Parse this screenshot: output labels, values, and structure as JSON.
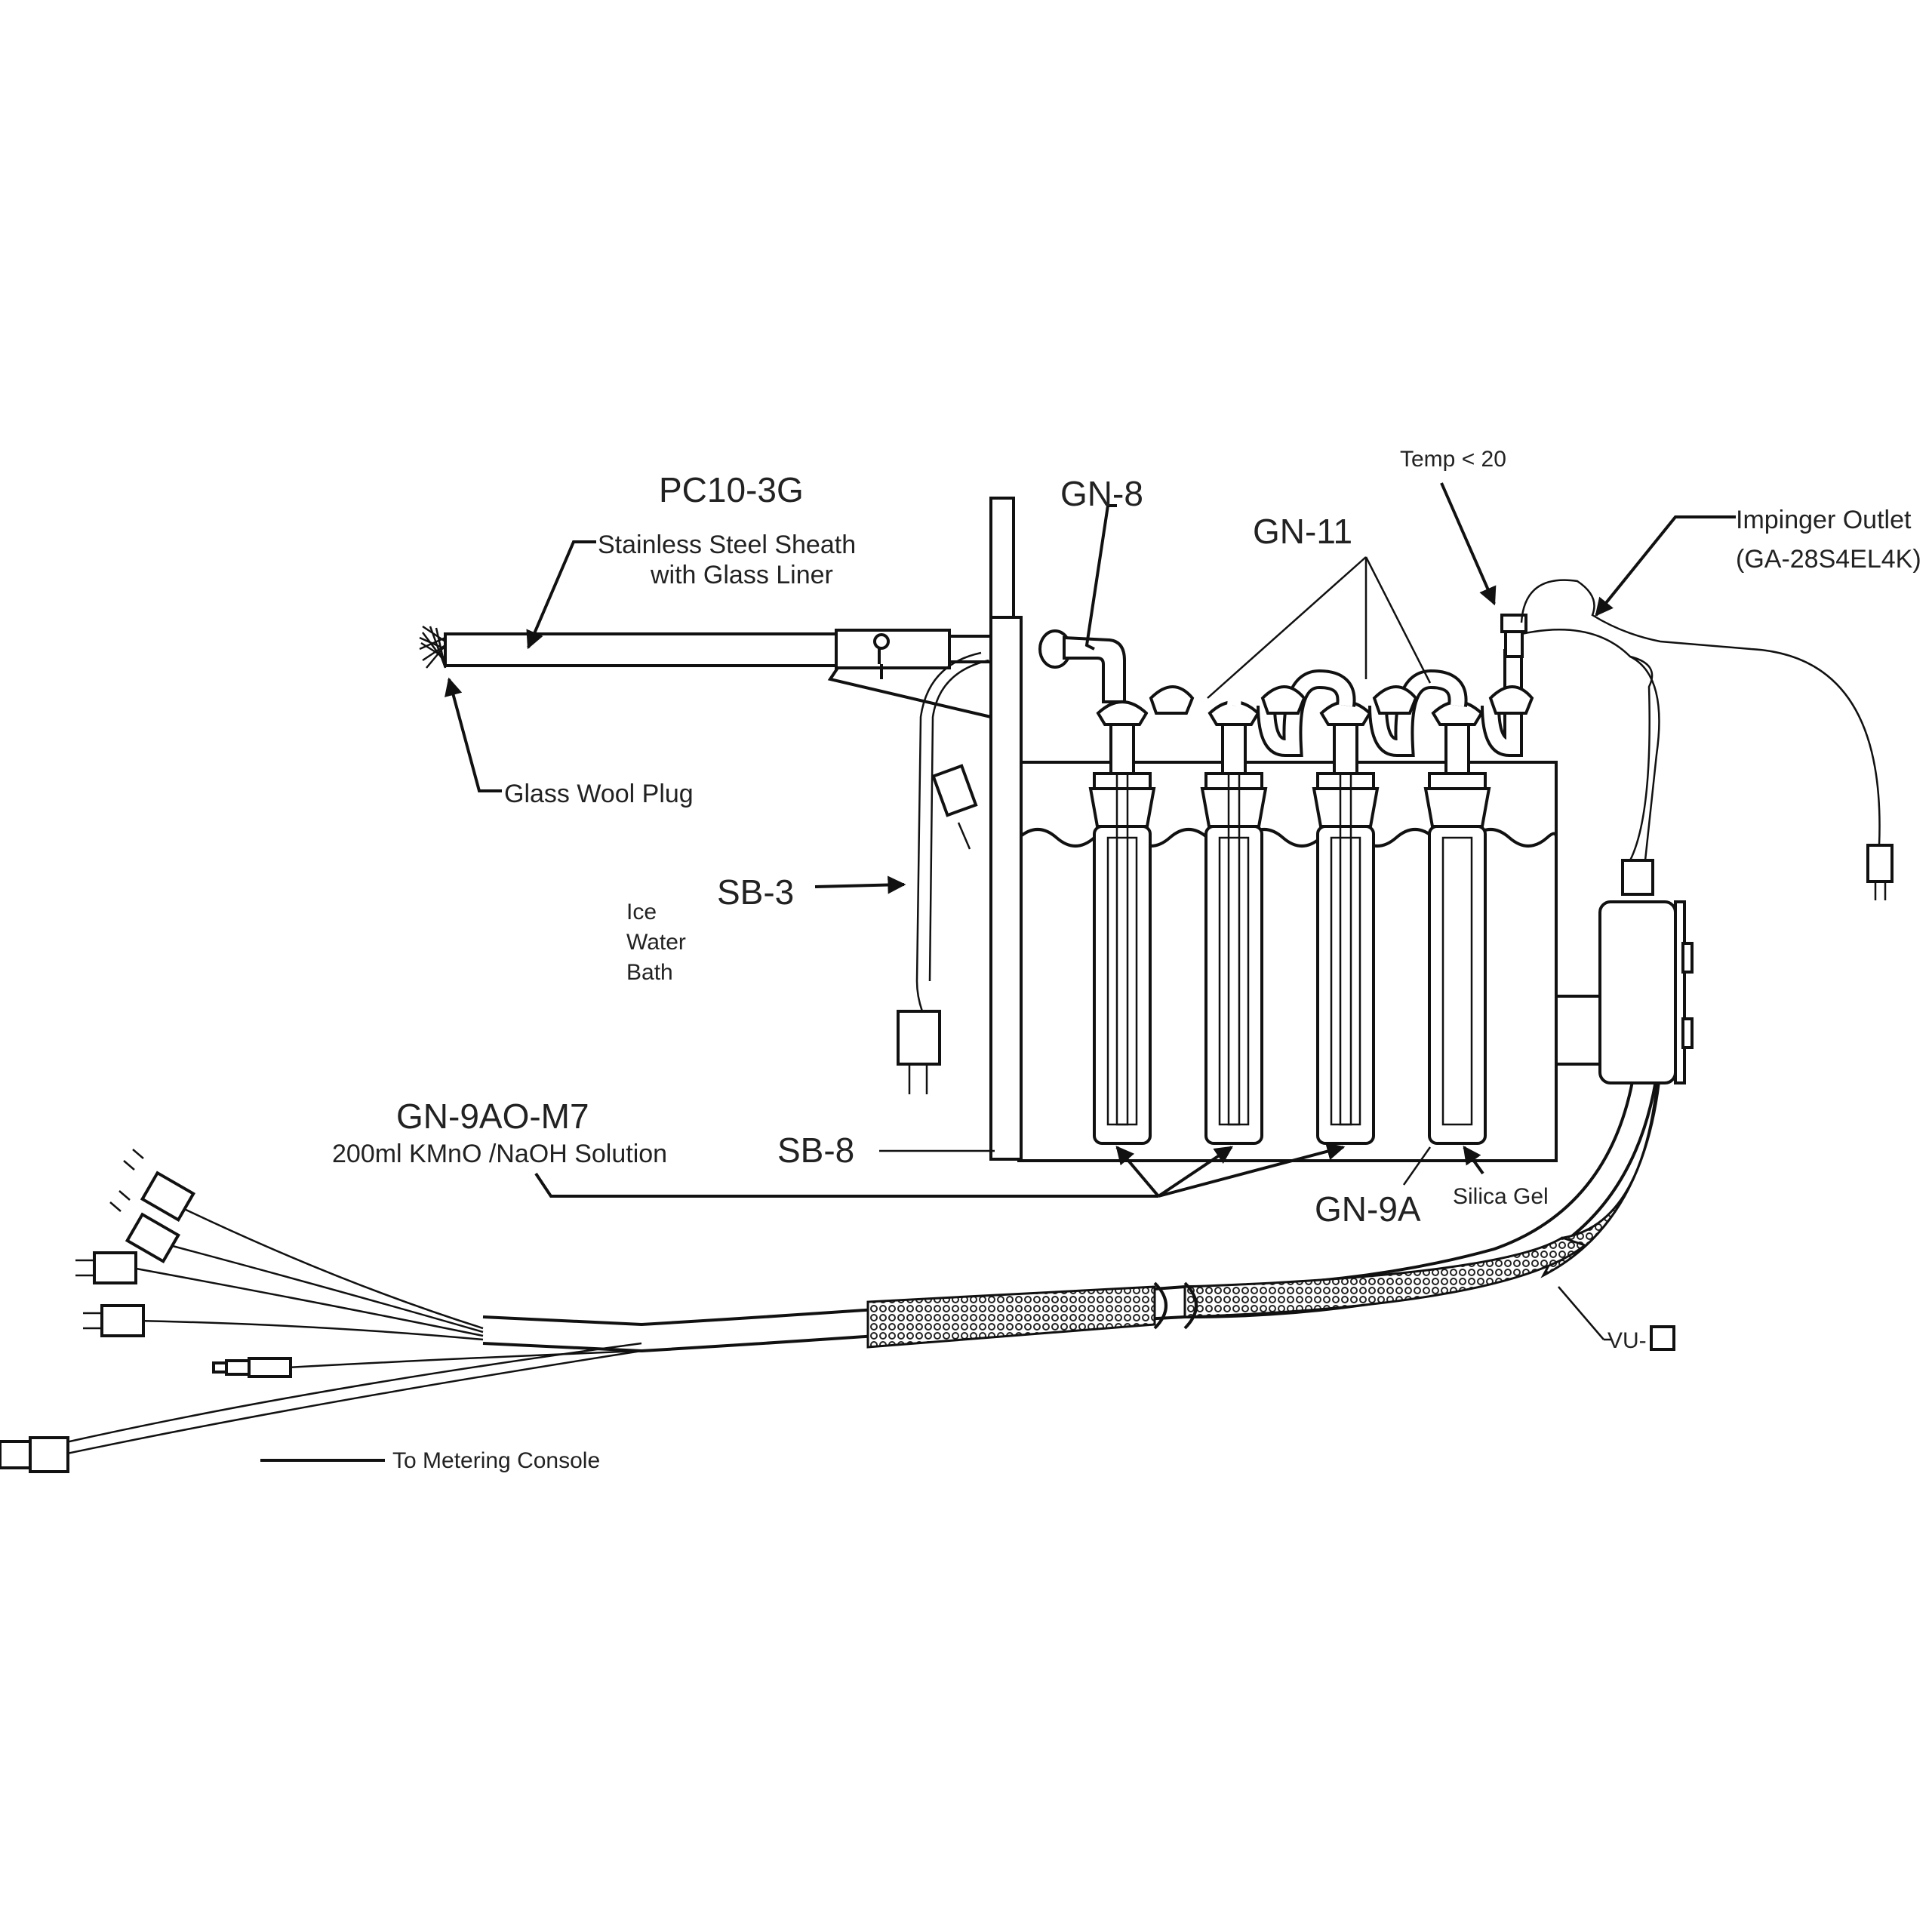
{
  "labels": {
    "probe_model": "PC10-3G",
    "sheath_line1": "Stainless Steel Sheath",
    "sheath_line2": "with Glass Liner",
    "glass_wool": "Glass Wool Plug",
    "gn8": "GN-8",
    "gn11": "GN-11",
    "temp": "Temp < 20",
    "impinger_outlet": "Impinger Outlet",
    "impinger_outlet_part": "(GA-28S4EL4K)",
    "sb3": "SB-3",
    "ice1": "Ice",
    "ice2": "Water",
    "ice3": "Bath",
    "gn9ao": "GN-9AO-M7",
    "solution": "200ml KMnO /NaOH Solution",
    "sb8": "SB-8",
    "gn9a": "GN-9A",
    "silica": "Silica Gel",
    "vu": "VU-",
    "metering": "To Metering Console"
  }
}
